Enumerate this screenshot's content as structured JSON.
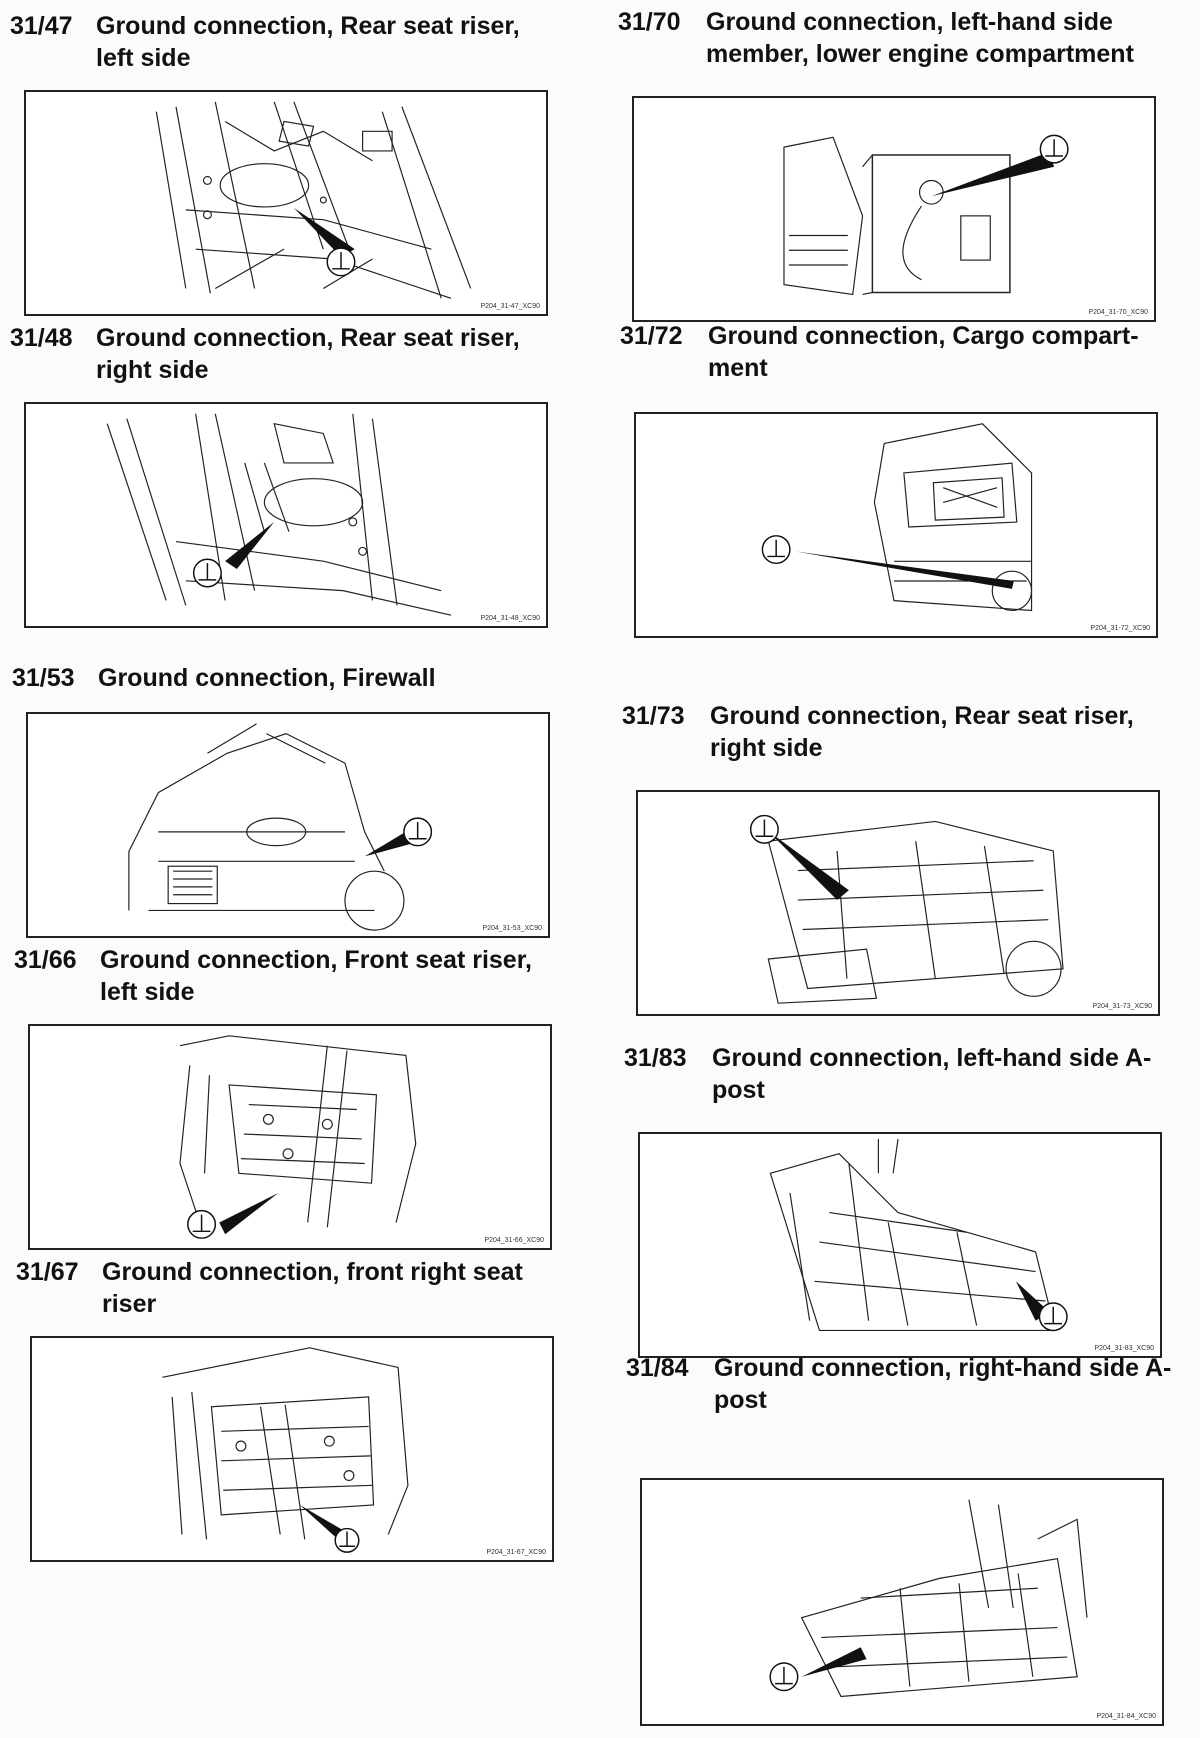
{
  "entries": [
    {
      "id": "31/47",
      "title": "Ground connection, Rear seat riser, left side",
      "code": "P204_31-47_XC90"
    },
    {
      "id": "31/48",
      "title": "Ground connection, Rear seat riser, right side",
      "code": "P204_31-48_XC90"
    },
    {
      "id": "31/53",
      "title": "Ground connection, Firewall",
      "code": "P204_31-53_XC90"
    },
    {
      "id": "31/66",
      "title": "Ground connection, Front seat riser, left side",
      "code": "P204_31-66_XC90"
    },
    {
      "id": "31/67",
      "title": "Ground connection, front right seat riser",
      "code": "P204_31-67_XC90"
    },
    {
      "id": "31/70",
      "title": "Ground connection, left-hand side member, lower engine compartment",
      "code": "P204_31-70_XC90"
    },
    {
      "id": "31/72",
      "title": "Ground connection, Cargo compart- ment",
      "code": "P204_31-72_XC90"
    },
    {
      "id": "31/73",
      "title": "Ground connection, Rear seat riser, right side",
      "code": "P204_31-73_XC90"
    },
    {
      "id": "31/83",
      "title": "Ground connection, left-hand side A- post",
      "code": "P204_31-83_XC90"
    },
    {
      "id": "31/84",
      "title": "Ground connection, right-hand side A-post",
      "code": "P204_31-84_XC90"
    }
  ],
  "ground_symbol": "ground-symbol-icon"
}
